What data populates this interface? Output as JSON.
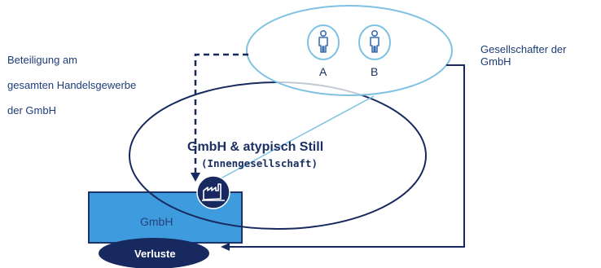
{
  "left_text": {
    "line1": "Beteiligung am",
    "line2": "gesamten Handelsgewerbe",
    "line3": "der GmbH"
  },
  "right_text": {
    "line1": "Gesellschafter der",
    "line2": "GmbH"
  },
  "partners": {
    "a_label": "A",
    "b_label": "B"
  },
  "center": {
    "title": "GmbH & atypisch Still",
    "subtitle": "(Innengesellschaft)"
  },
  "box": {
    "label": "GmbH"
  },
  "losses": {
    "label": "Verluste"
  },
  "colors": {
    "navy": "#17295e",
    "light_blue_stroke": "#7fc1e3",
    "box_fill": "#3d9bde",
    "icon_circle_fill": "#ffffff"
  },
  "icons": {
    "person": "person-icon",
    "factory": "factory-icon"
  }
}
